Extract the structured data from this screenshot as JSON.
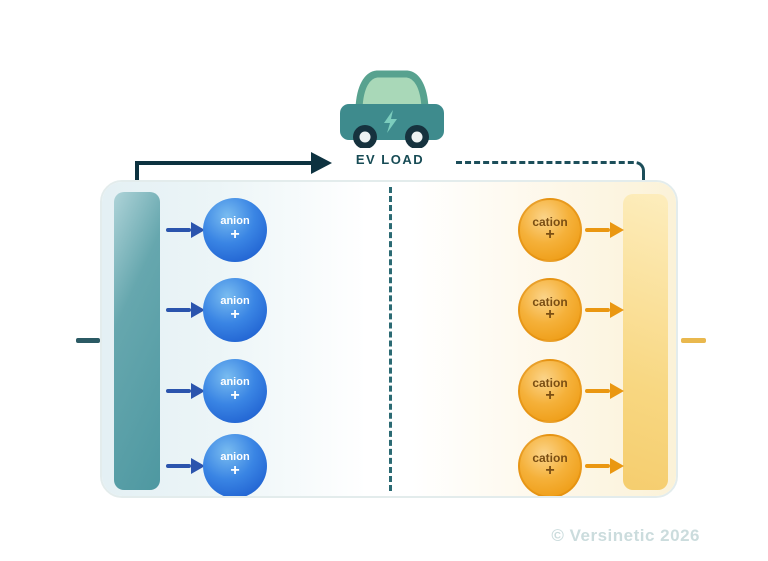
{
  "ev_load": {
    "label": "EV LOAD"
  },
  "icons": {
    "car": "car-icon",
    "lightning": "lightning-bolt-icon",
    "left_wire": "solid-arrow-wire",
    "right_wire": "dashed-wire",
    "negative_terminal": "negative-terminal-dash",
    "positive_terminal": "positive-terminal-dash"
  },
  "battery": {
    "anions": [
      {
        "label": "anion",
        "charge": "+"
      },
      {
        "label": "anion",
        "charge": "+"
      },
      {
        "label": "anion",
        "charge": "+"
      },
      {
        "label": "anion",
        "charge": "+"
      }
    ],
    "cations": [
      {
        "label": "cation",
        "charge": "+"
      },
      {
        "label": "cation",
        "charge": "+"
      },
      {
        "label": "cation",
        "charge": "+"
      },
      {
        "label": "cation",
        "charge": "+"
      }
    ]
  },
  "footer": {
    "copyright": "© Versinetic 2026"
  },
  "colors": {
    "anion_blue": "#2f7ade",
    "cation_orange": "#f2a52c",
    "electrode_left_teal": "#579ca4",
    "electrode_right_gold": "#f7d47c",
    "wire_dark": "#0d3240",
    "dashed_wire_teal": "#1c4e5a",
    "arrow_blue": "#2b54ad",
    "arrow_orange": "#ea9711",
    "car_body_teal": "#3e8b8d",
    "copyright_gray": "#cbdcdd"
  }
}
